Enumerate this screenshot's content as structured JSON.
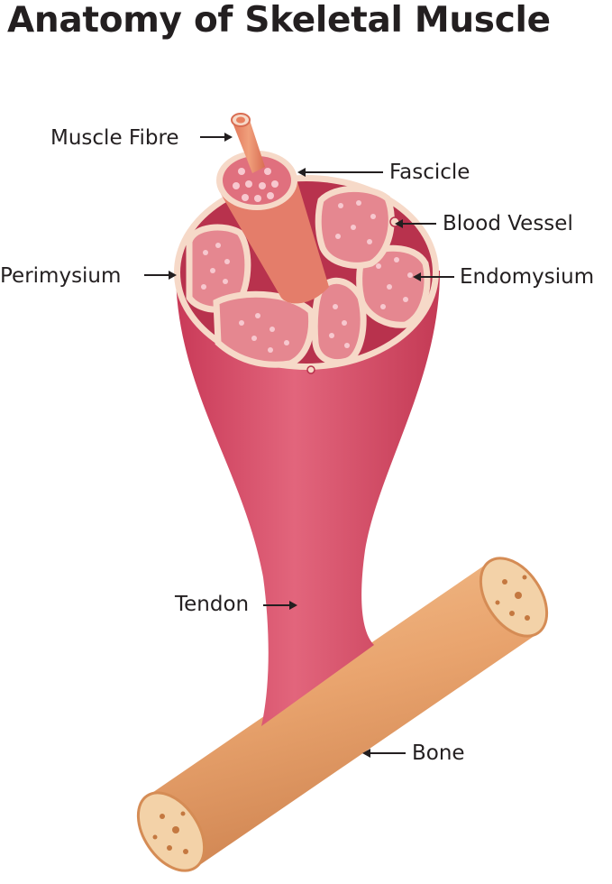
{
  "title": "Anatomy of Skeletal Muscle",
  "labels": {
    "muscle_fibre": "Muscle Fibre",
    "fascicle": "Fascicle",
    "blood_vessel": "Blood Vessel",
    "perimysium": "Perimysium",
    "endomysium": "Endomysium",
    "tendon": "Tendon",
    "bone": "Bone"
  },
  "colors": {
    "muscle": "#d94f6a",
    "muscle_dark": "#b8324d",
    "sheath": "#f6d9c8",
    "fascicle_fill": "#e58790",
    "fibre_dots": "#f7c8cf",
    "fibre_core": "#e9805f",
    "bone": "#e9a46e",
    "bone_marrow": "#c47840",
    "text": "#231f20"
  }
}
